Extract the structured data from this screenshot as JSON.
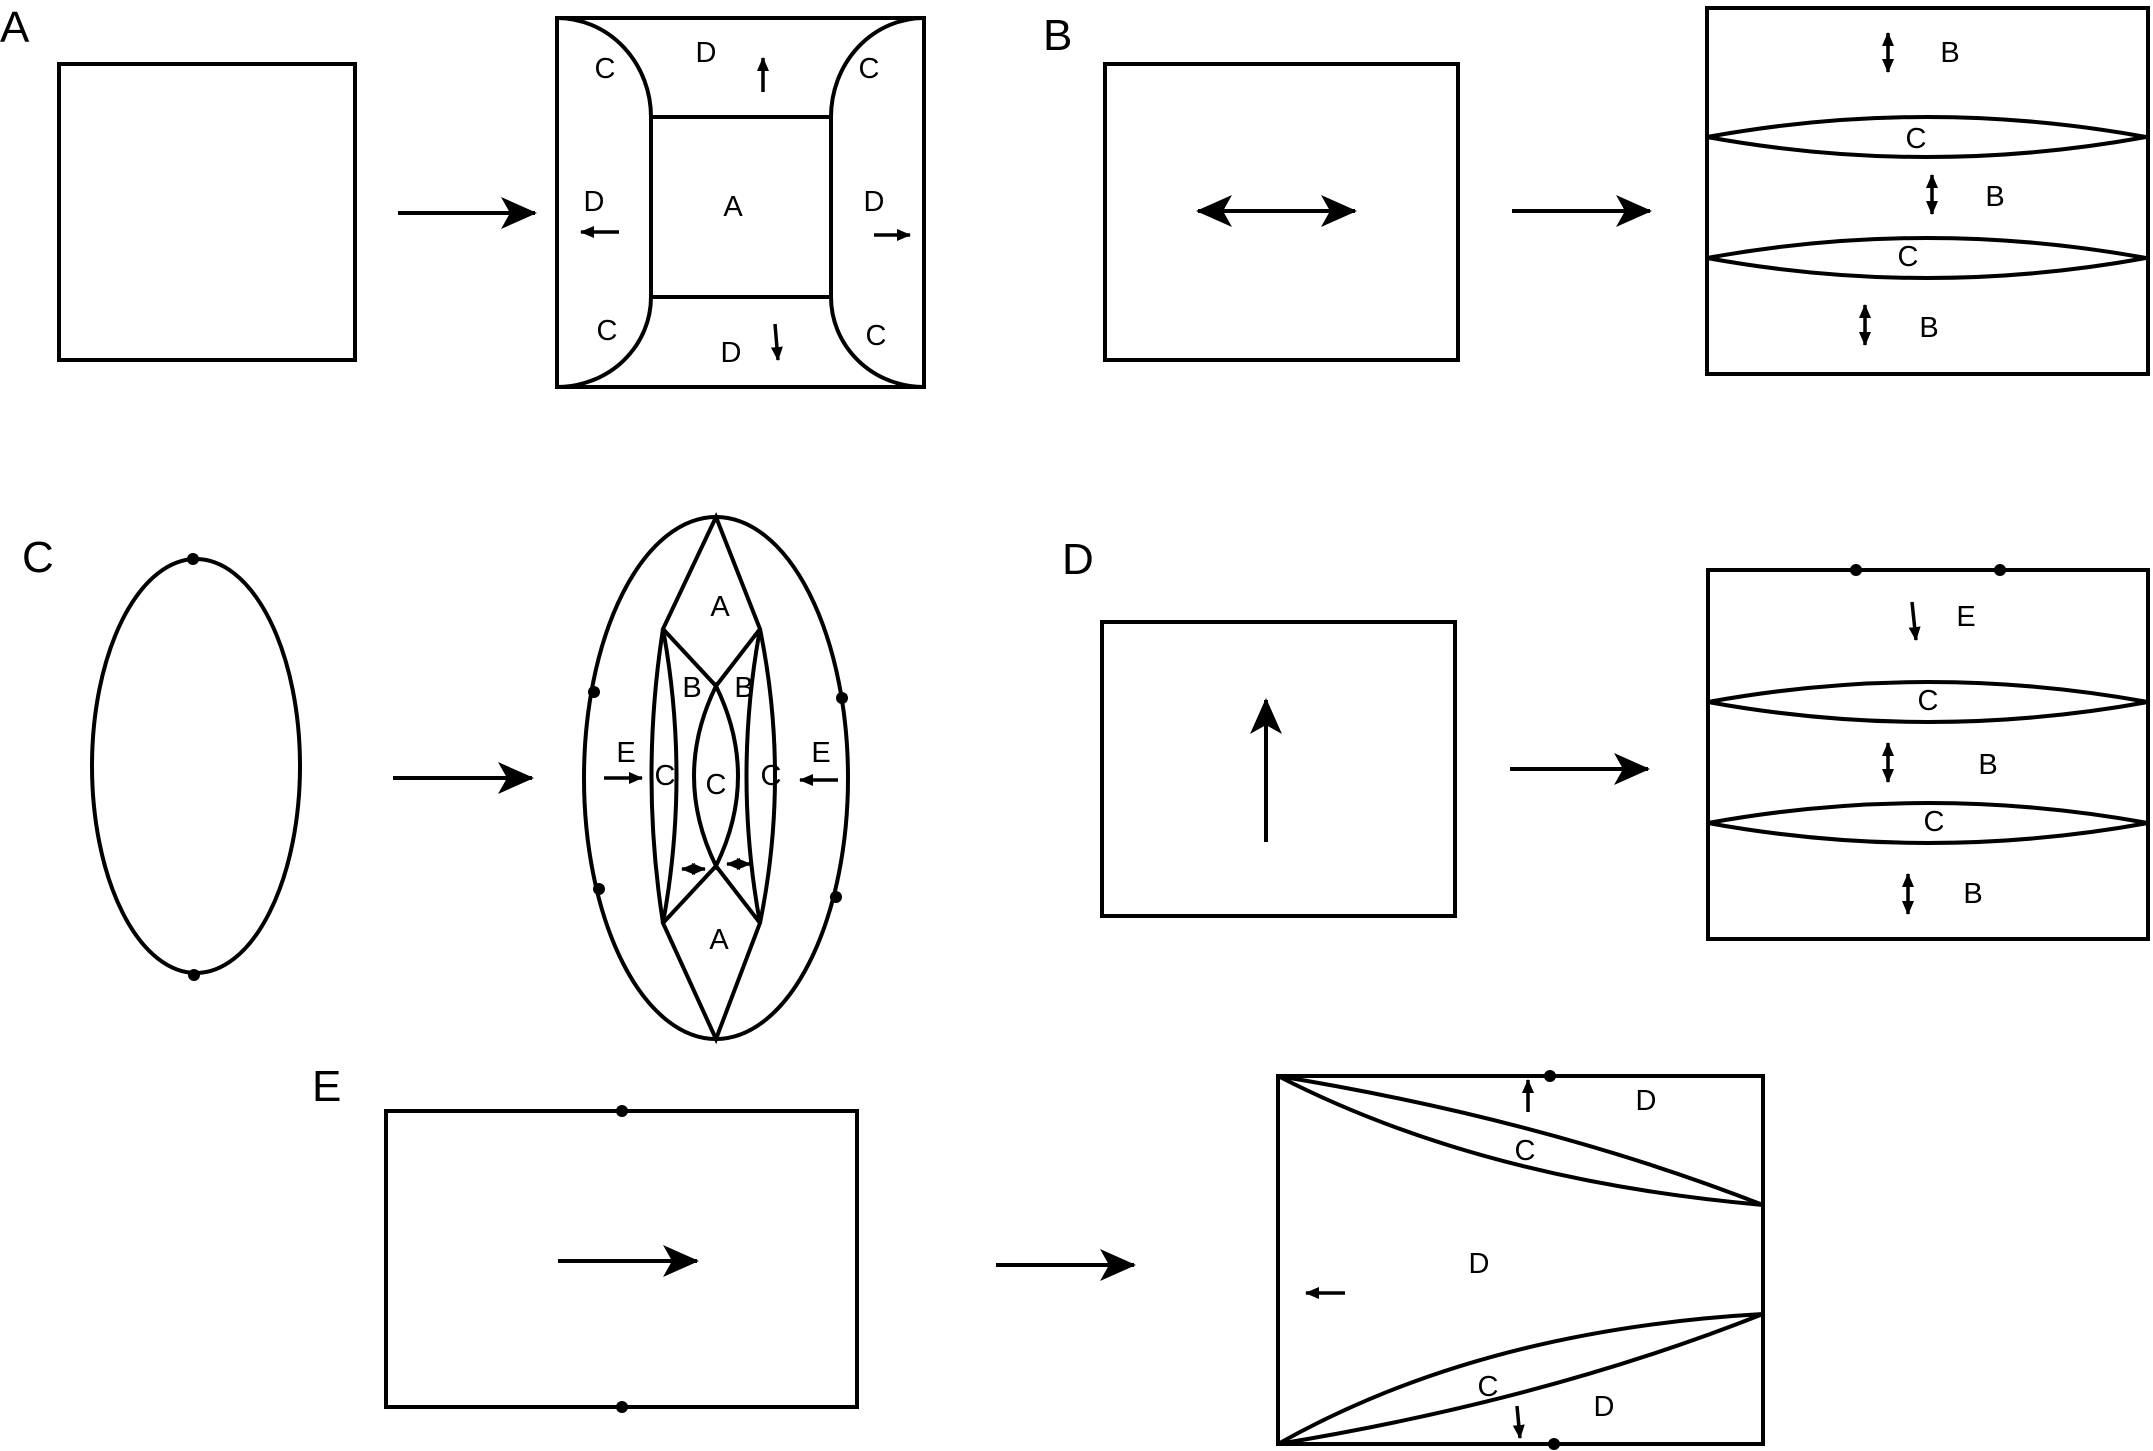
{
  "panels": [
    {
      "id": "A",
      "label": "A",
      "regions": {
        "center": "A",
        "corner_tl": "C",
        "corner_tr": "C",
        "corner_bl": "C",
        "corner_br": "C",
        "edge_top": "D",
        "edge_bottom": "D",
        "edge_left": "D",
        "edge_right": "D"
      }
    },
    {
      "id": "B",
      "label": "B",
      "regions": {
        "band_top": "B",
        "lens_upper": "C",
        "band_mid": "B",
        "lens_lower": "C",
        "band_bottom": "B"
      }
    },
    {
      "id": "C",
      "label": "C",
      "regions": {
        "diamond_top": "A",
        "diamond_bottom": "A",
        "inner_left_b": "B",
        "inner_right_b": "B",
        "lens_left": "C",
        "lens_center": "C",
        "lens_right": "C",
        "outer_left": "E",
        "outer_right": "E"
      }
    },
    {
      "id": "D",
      "label": "D",
      "regions": {
        "band_top": "E",
        "lens_upper": "C",
        "band_mid": "B",
        "lens_lower": "C",
        "band_bottom": "B"
      }
    },
    {
      "id": "E",
      "label": "E",
      "regions": {
        "top_right": "D",
        "lens_upper": "C",
        "middle": "D",
        "lens_lower": "C",
        "bottom_right": "D"
      }
    }
  ]
}
